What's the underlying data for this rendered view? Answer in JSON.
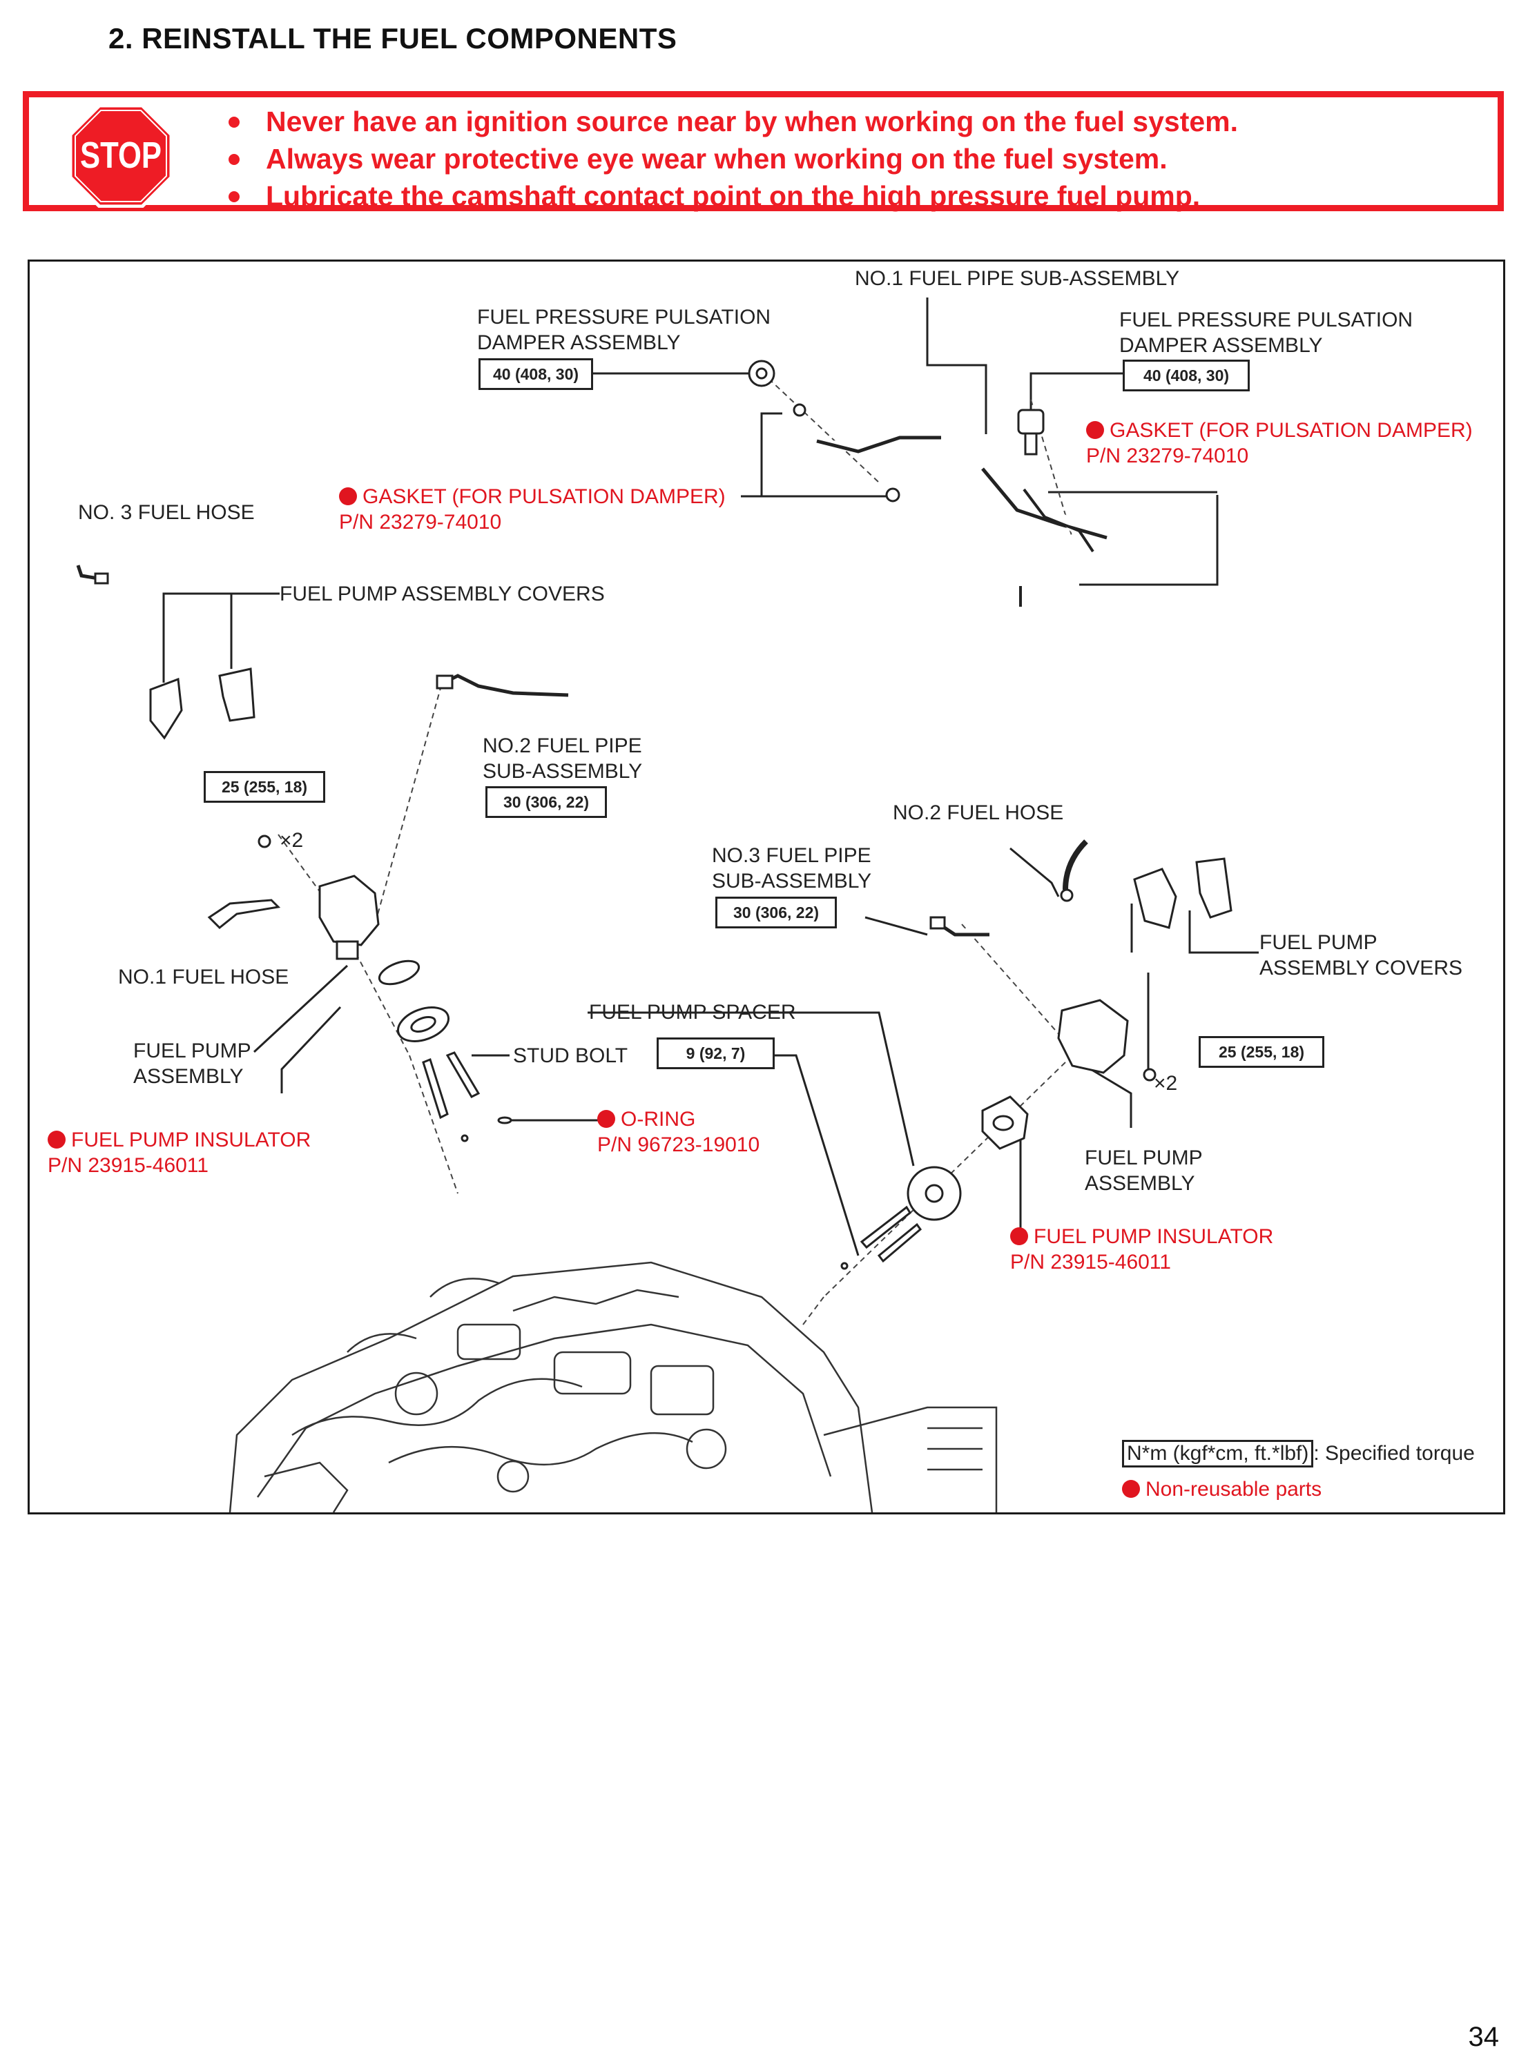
{
  "heading": "2.   REINSTALL THE FUEL COMPONENTS",
  "warning": {
    "icon": "stop-sign-icon",
    "stop_text": "STOP",
    "color": "#ee1c25",
    "items": [
      "Never have an ignition source near by when working on the fuel system.",
      "Always wear protective eye wear when working on the fuel system.",
      "Lubricate the camshaft contact point on the high pressure fuel pump."
    ]
  },
  "diagram": {
    "no1_fuel_pipe": "NO.1 FUEL PIPE SUB-ASSEMBLY",
    "damper_left": "FUEL PRESSURE PULSATION\nDAMPER ASSEMBLY",
    "damper_left_torque": "40 (408, 30)",
    "damper_right": "FUEL PRESSURE PULSATION\nDAMPER ASSEMBLY",
    "damper_right_torque": "40 (408, 30)",
    "gasket_right": "GASKET (FOR PULSATION DAMPER)\nP/N 23279-74010",
    "gasket_left": "GASKET (FOR PULSATION DAMPER)\nP/N 23279-74010",
    "no3_fuel_hose": "NO. 3 FUEL HOSE",
    "covers_left": "FUEL PUMP ASSEMBLY COVERS",
    "no2_fuel_pipe": "NO.2 FUEL PIPE\nSUB-ASSEMBLY",
    "no2_fuel_pipe_torque": "30 (306, 22)",
    "nut_left_torque": "25 (255, 18)",
    "x2_left": "×2",
    "no2_fuel_hose": "NO.2 FUEL HOSE",
    "no3_fuel_pipe": "NO.3 FUEL PIPE\nSUB-ASSEMBLY",
    "no3_fuel_pipe_torque": "30 (306, 22)",
    "covers_right": "FUEL PUMP\nASSEMBLY COVERS",
    "no1_fuel_hose": "NO.1 FUEL HOSE",
    "fuel_pump_spacer": "FUEL PUMP SPACER",
    "nut_right_torque": "25 (255, 18)",
    "x2_right": "×2",
    "pump_left": "FUEL PUMP\nASSEMBLY",
    "stud_bolt": "STUD BOLT",
    "stud_bolt_torque": "9 (92, 7)",
    "o_ring": "O-RING\nP/N 96723-19010",
    "insulator_left": "FUEL PUMP INSULATOR\nP/N 23915-46011",
    "pump_right": "FUEL PUMP\nASSEMBLY",
    "insulator_right": "FUEL PUMP INSULATOR\nP/N 23915-46011",
    "legend_torque_box": "N*m (kgf*cm, ft.*lbf)",
    "legend_torque_text": ": Specified torque",
    "legend_nonreusable": "Non-reusable parts",
    "red_color": "#e0151f"
  },
  "page_number": "34"
}
